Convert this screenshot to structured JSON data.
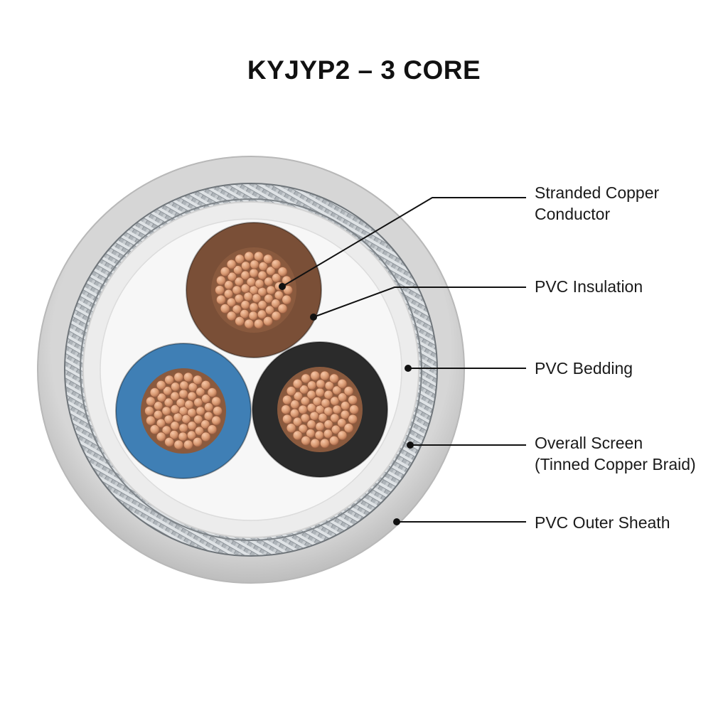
{
  "title": "KYJYP2 – 3 CORE",
  "colors": {
    "sheath": "#cfcfcf",
    "braid": "#9aa0a6",
    "bedding": "#ececec",
    "filler": "#f7f7f7",
    "copper": "#d99a72",
    "core_brown": "#7a4f37",
    "core_blue": "#3f7fb5",
    "core_black": "#2b2b2b"
  },
  "cores": [
    {
      "color_name": "brown"
    },
    {
      "color_name": "blue"
    },
    {
      "color_name": "black"
    }
  ],
  "callouts": [
    {
      "id": "conductor",
      "lines": [
        "Stranded Copper",
        "Conductor"
      ]
    },
    {
      "id": "insulation",
      "lines": [
        "PVC Insulation"
      ]
    },
    {
      "id": "bedding",
      "lines": [
        "PVC Bedding"
      ]
    },
    {
      "id": "screen",
      "lines": [
        "Overall Screen",
        "(Tinned Copper Braid)"
      ]
    },
    {
      "id": "sheath",
      "lines": [
        "PVC Outer Sheath"
      ]
    }
  ]
}
